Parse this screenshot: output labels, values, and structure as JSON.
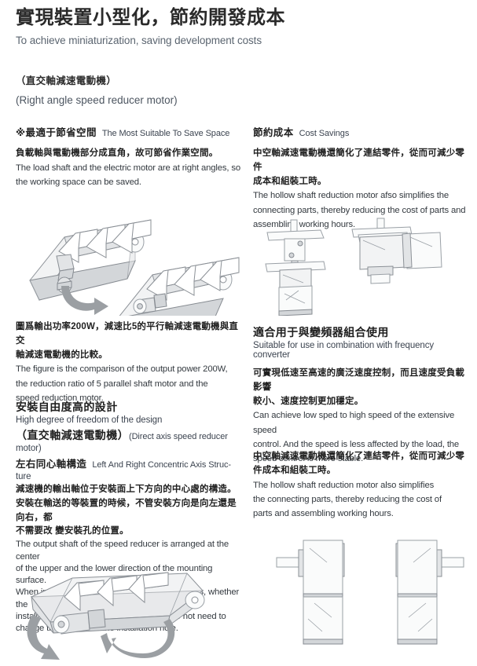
{
  "header": {
    "title_cn": "實現裝置小型化，節約開發成本",
    "title_en": "To achieve miniaturization, saving development costs",
    "subtitle_cn": "（直交軸減速電動機）",
    "subtitle_en": "(Right angle speed reducer motor)"
  },
  "left": {
    "s1": {
      "head_cn": "※最適于節省空間",
      "head_en": "The Most Suitable To Save Space",
      "body_cn": "負載軸與電動機部分成直角，故可節省作業空間。",
      "body_en_1": "The load shaft and the electric motor are at right angles, so",
      "body_en_2": "the working space can be saved."
    },
    "caption1": {
      "cn_1": "圖爲輸出功率200W，減速比5的平行軸減速電動機與直交",
      "cn_2": "軸減速電動機的比較。",
      "en_1": "The figure is the comparison of the output power 200W,",
      "en_2": "the reduction ratio of 5 parallel shaft motor and the",
      "en_3": "speed reduction motor."
    },
    "s2": {
      "head_cn": "安裝自由度高的設計",
      "head_en": "High degree of freedom of the design",
      "line2_cn": "（直交軸減速電動機）",
      "line2_en": "(Direct axis speed reducer",
      "line3_en": "motor)"
    },
    "s3": {
      "head_cn": "左右同心軸構造",
      "head_en": "Left And Right Concentric Axis Struc-",
      "head_en_2": "ture",
      "body_cn_1": "減速機的輸出軸位于安裝面上下方向的中心處的構造。",
      "body_cn_2": "安裝在輸送的等裝置的時候，不管安裝方向是向左還是向右，都",
      "body_cn_3": "不需要改 變安裝孔的位置。",
      "body_en_1": "The output shaft of the speed reducer is arranged at the center",
      "body_en_2": "of the upper and the lower direction of the mounting surface.",
      "body_en_3": "When installed in the conveyor and other devices, whether the",
      "body_en_4": "installation direction is to the left or right, do not need to",
      "body_en_5": "change the location of the installation hole."
    }
  },
  "right": {
    "s1": {
      "head_cn": "節約成本",
      "head_en": "Cost Savings",
      "body_cn_1": "中空軸減速電動機還簡化了連結零件，從而可減少零件",
      "body_cn_2": "成本和組裝工時。",
      "body_en_1": "The hollow shaft reduction motor afso simplifies the",
      "body_en_2": "connecting parts, thereby reducing the cost of parts and",
      "body_en_3": "assembling working hours."
    },
    "s2": {
      "head_cn": "適合用于與變頻器組合使用",
      "head_en": "Suitable for use in combination with frequency converter",
      "body_cn_1": "可實現低速至高速的廣泛速度控制，而且速度受負載影響",
      "body_cn_2": "較小、速度控制更加穩定。",
      "body_en_1": "Can achieve low sped to high speed of the extensive speed",
      "body_en_2": "control. And the speed is less affected by the load, the",
      "body_en_3": "speed control is more stable."
    },
    "s3": {
      "body_cn_1": "中空軸減速電動機還簡化了連結零件，從而可減少零",
      "body_cn_2": "件成本和組裝工時。",
      "body_en_1": "The hollow shaft reduction motor also simplifies",
      "body_en_2": "the connecting parts, thereby reducing the cost of",
      "body_en_3": "parts and assembling working hours."
    }
  },
  "figures": {
    "fig_conveyors_pair": "two-conveyor-comparison-illustration",
    "fig_motors_pair": "vertical-and-right-angle-motor-illustration",
    "fig_conveyor_arrows": "conveyor-with-bidirectional-mounting-arrows",
    "fig_mirrored_motors": "mirrored-right-angle-gearmotor-pair"
  }
}
